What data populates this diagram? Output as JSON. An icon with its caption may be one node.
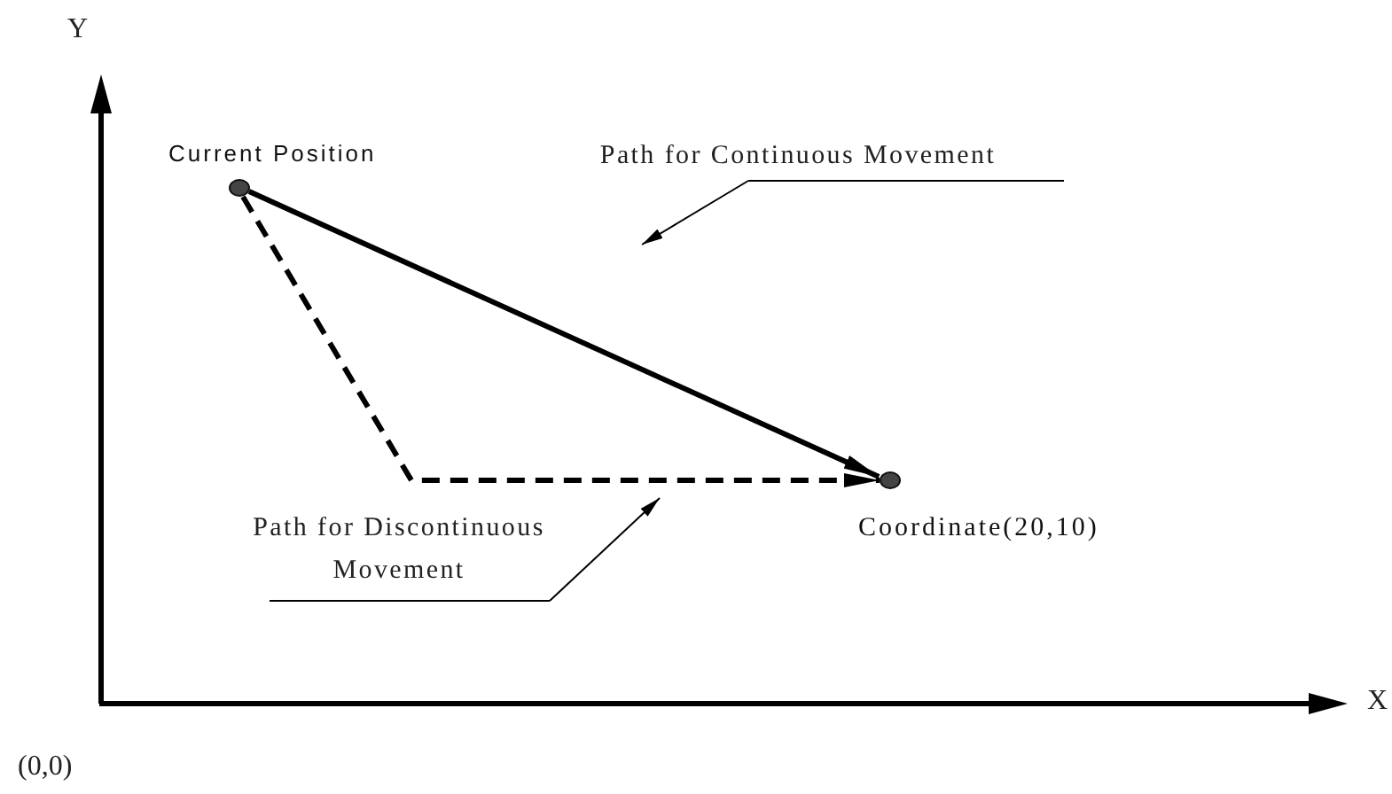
{
  "diagram": {
    "nodes": [
      {
        "text": [],
        "shape": "circle",
        "beside": [
          "Current Position"
        ]
      },
      {
        "text": [],
        "shape": "circle",
        "beside": [
          "Coordinate(20,10)"
        ]
      },
      {
        "text": [
          "Path for Continuous Movement"
        ]
      },
      {
        "text": [
          "Path for Discontinuous Movement"
        ]
      }
    ],
    "edges": [
      {
        "from": 0,
        "to": 1,
        "arrow": "to",
        "style": "thick"
      },
      {
        "from": 0,
        "to": 1,
        "arrow": "to",
        "style": "dashed"
      },
      {
        "from": 2,
        "to": null,
        "arrow": "to"
      },
      {
        "from": 3,
        "to": null,
        "arrow": "to"
      }
    ],
    "labels": [
      "Y",
      "X",
      "(0,0)"
    ]
  }
}
